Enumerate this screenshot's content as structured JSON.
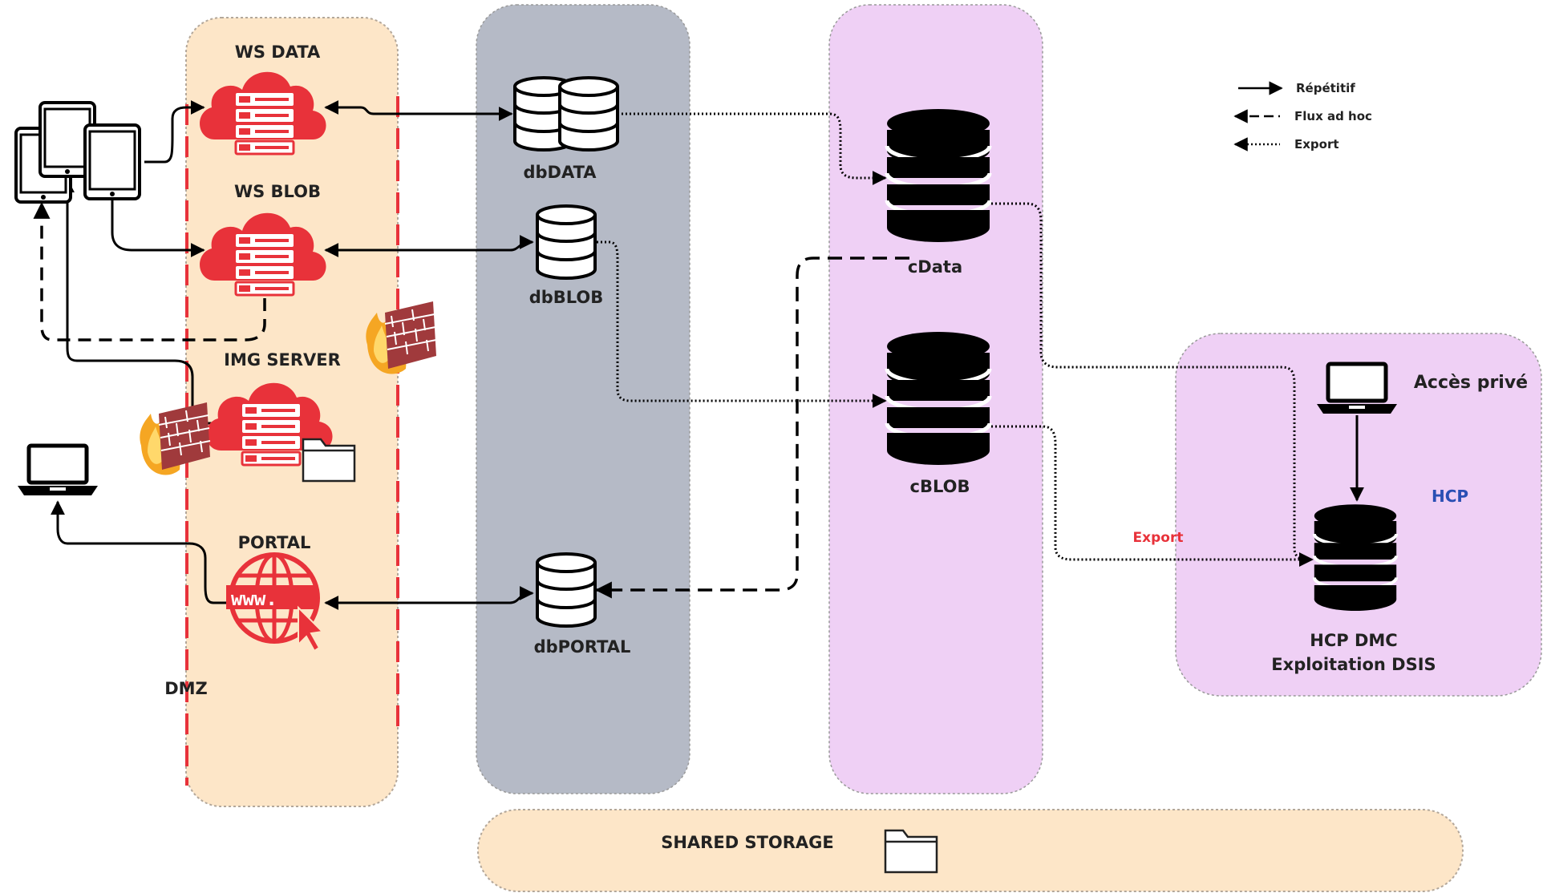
{
  "zones": {
    "dmz": "DMZ",
    "shared_storage": "SHARED STORAGE",
    "private_access": "Accès privé",
    "hcp": "HCP"
  },
  "servers": {
    "ws_data": "WS DATA",
    "ws_blob": "WS BLOB",
    "img_server": "IMG SERVER",
    "portal": "PORTAL",
    "portal_url_text": "www."
  },
  "databases": {
    "db_data": "dbDATA",
    "db_blob": "dbBLOB",
    "db_portal": "dbPORTAL",
    "c_data": "cData",
    "c_blob": "cBLOB",
    "hcp_dmc_line1": "HCP DMC",
    "hcp_dmc_line2": "Exploitation DSIS"
  },
  "legend": {
    "repetitif": "Répétitif",
    "flux_ad_hoc": "Flux ad hoc",
    "export": "Export"
  },
  "annotations": {
    "export_label": "Export"
  },
  "colors": {
    "dmz_fill": "#fde6c8",
    "db_zone_fill": "#b5bac6",
    "cluster_fill": "#efd0f5",
    "server_red": "#e8323a",
    "export_red": "#e8323a",
    "hcp_blue": "#2a4fb4",
    "firewall_brick": "#a03a3c",
    "flame": "#f5a623"
  },
  "icons": [
    "tablet-icon",
    "cloud-server-icon",
    "globe-www-icon",
    "database-icon",
    "double-database-icon",
    "laptop-icon",
    "folder-icon",
    "firewall-icon"
  ]
}
